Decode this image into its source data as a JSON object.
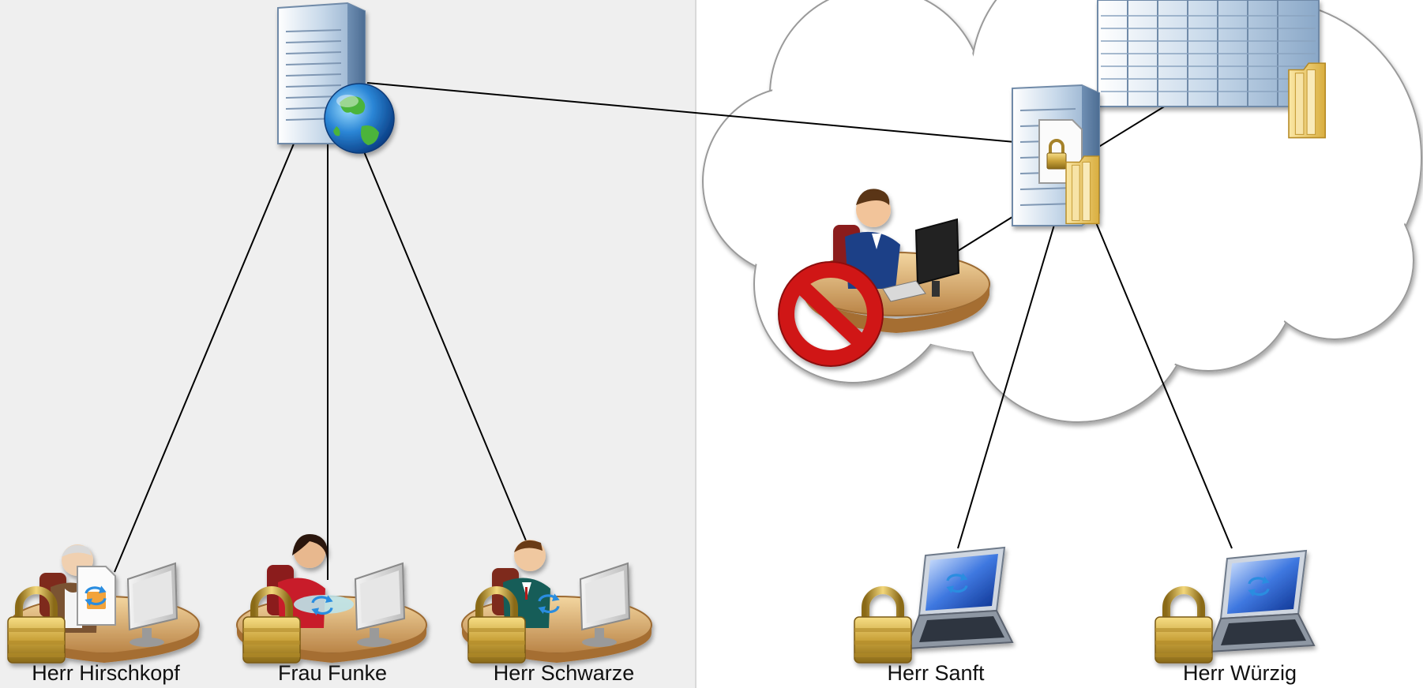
{
  "people": {
    "hirschkopf": "Herr Hirschkopf",
    "funke": "Frau Funke",
    "schwarze": "Herr Schwarze",
    "sanft": "Herr Sanft",
    "wuerzig": "Herr Würzig"
  },
  "colors": {
    "left_background": "#efefef",
    "right_background": "#ffffff",
    "connection_line": "#000000",
    "lock_gold": "#c9a23a",
    "folder_yellow": "#f0cd6b",
    "no_sign_red": "#d01818",
    "server_blue": "#a9c2dc"
  },
  "icons": [
    "server-icon",
    "globe-icon",
    "cloud-icon",
    "server-rack-icon",
    "folder-icon",
    "lock-document-icon",
    "workstation-icon",
    "no-entry-icon",
    "padlock-icon",
    "laptop-icon",
    "sync-arrows-icon",
    "document-icon"
  ]
}
